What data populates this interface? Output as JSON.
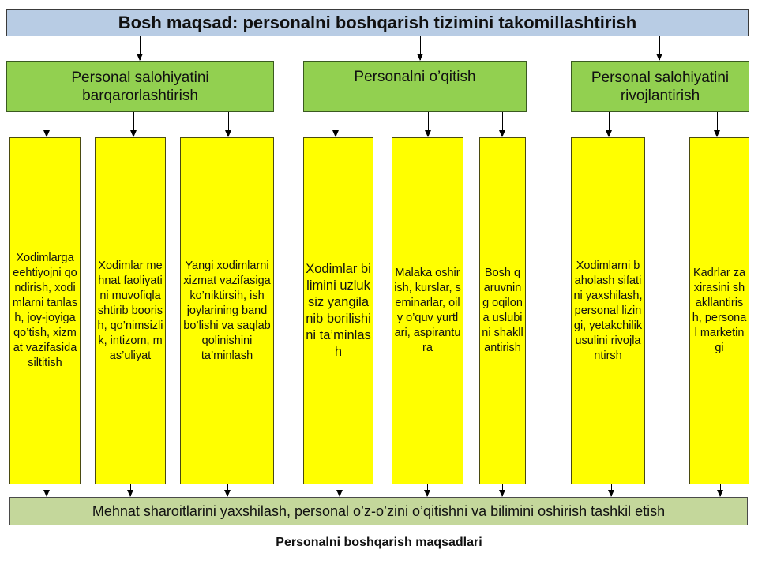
{
  "title": "Bosh maqsad: personalni boshqarish tizimini takomillashtirish",
  "categories": [
    {
      "label": "Personal salohiyatini barqarorlashtirish"
    },
    {
      "label": "Personalni o’qitish"
    },
    {
      "label": "Personal salohiyatini rivojlantirish"
    }
  ],
  "tasks": [
    {
      "label": "Xodimlarga eehtiyojni qondirish, xodimlarni tanlash, joy-joyiga qo’tish, xizmat vazifasida siltitish",
      "category": 0
    },
    {
      "label": "Xodimlar mehnat faoliyatini muvofiqlashtirib boorish, qo’nimsizlik, intizom, mas’uliyat",
      "category": 0
    },
    {
      "label": "Yangi xodimlarni xizmat vazifasiga ko’niktirsih, ish joylarining band bo’lishi va saqlab qolinishini ta’minlash",
      "category": 0
    },
    {
      "label": "Xodimlar bilimini uzluksiz yangilanib borilishini ta’minlash",
      "category": 1
    },
    {
      "label": "Malaka oshirish, kurslar, seminarlar, oily o’quv yurtlari, aspirantura",
      "category": 1
    },
    {
      "label": "Bosh qaruvning oqilona uslubini shakllantirish",
      "category": 1
    },
    {
      "label": "Xodimlarni baholash sifatini yaxshilash, personal lizingi, yetakchilik usulini rivojlantirsh",
      "category": 2
    },
    {
      "label": "Kadrlar zaxirasini shakllantirish, personal marketingi",
      "category": 2
    }
  ],
  "bottom_goal": "Mehnat sharoitlarini yaxshilash, personal o’z-o’zini o’qitishni va bilimini oshirish tashkil etish",
  "caption": "Personalni boshqarish maqsadlari",
  "colors": {
    "title_fill": "#b8cce4",
    "category_fill": "#92d050",
    "task_fill": "#ffff00",
    "bottom_fill": "#c4d79b"
  }
}
